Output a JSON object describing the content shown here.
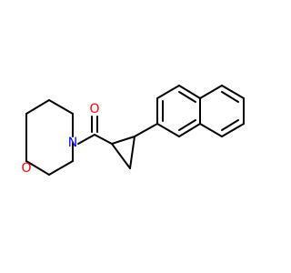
{
  "molecule": {
    "atoms": {
      "oxygen_carbonyl": {
        "symbol": "O",
        "color": "#ff0000"
      },
      "nitrogen": {
        "symbol": "N",
        "color": "#0000ff"
      },
      "oxygen_ring": {
        "symbol": "O",
        "color": "#ff0000"
      }
    },
    "bond_color": "#000000"
  }
}
